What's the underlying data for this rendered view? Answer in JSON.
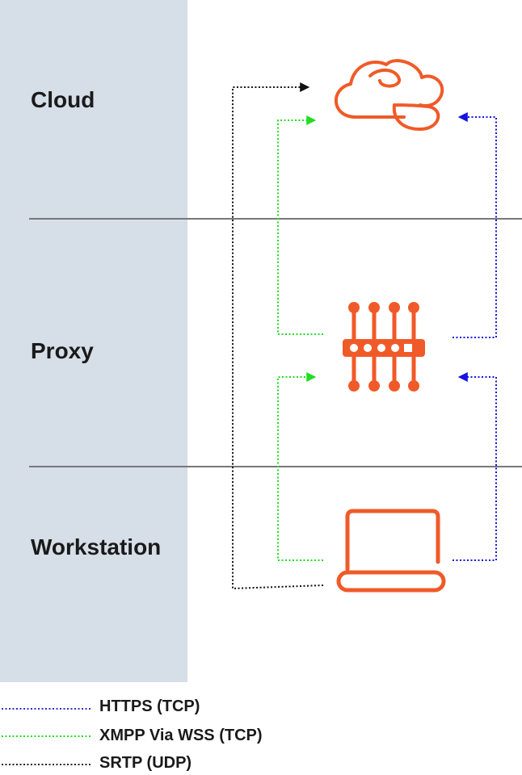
{
  "tiers": {
    "cloud": "Cloud",
    "proxy": "Proxy",
    "workstation": "Workstation"
  },
  "icons": {
    "cloud": "cloud-icon",
    "proxy": "proxy-filter-icon",
    "workstation": "laptop-icon"
  },
  "legend": [
    {
      "label": "HTTPS (TCP)",
      "color": "#2e2ec8"
    },
    {
      "label": "XMPP Via WSS (TCP)",
      "color": "#22dd22"
    },
    {
      "label": "SRTP (UDP)",
      "color": "#222222"
    }
  ],
  "colors": {
    "sidebar": "#d6dee8",
    "divider": "#77777b",
    "icon": "#f05a28",
    "arrow_https": "#1414e0",
    "arrow_xmpp": "#22dd22",
    "arrow_srtp": "#111111"
  }
}
